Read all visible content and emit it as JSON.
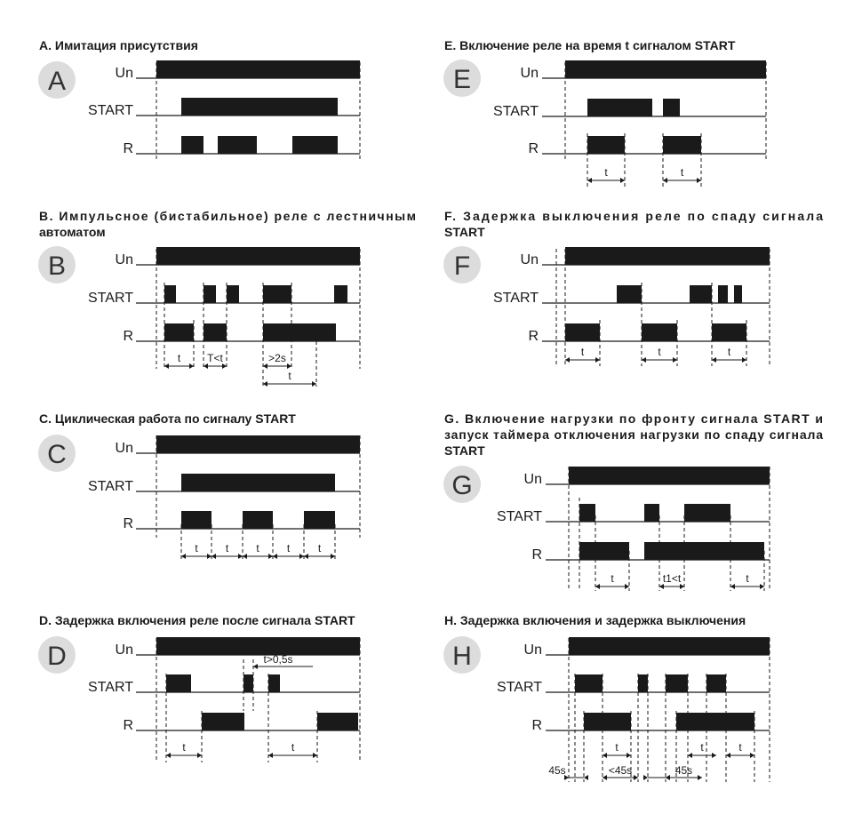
{
  "colors": {
    "ink": "#1a1a1a",
    "badge": "#dcdcdc"
  },
  "signals": {
    "un": "Un",
    "start": "START",
    "r": "R"
  },
  "panels": [
    {
      "letter": "A",
      "title_lines": [
        "A. Имитация присутствия"
      ],
      "annotations": []
    },
    {
      "letter": "B",
      "title_lines": [
        "B. Импульсное (бистабильное) реле с лестничным",
        "автоматом"
      ],
      "annotations": [
        "t",
        "T<t",
        ">2s",
        "t"
      ]
    },
    {
      "letter": "C",
      "title_lines": [
        "C. Циклическая работа по сигналу START"
      ],
      "annotations": [
        "t",
        "t",
        "t",
        "t",
        "t"
      ]
    },
    {
      "letter": "D",
      "title_lines": [
        "D. Задержка включения реле после сигнала START"
      ],
      "annotations": [
        "t>0,5s",
        "t",
        "t"
      ]
    },
    {
      "letter": "E",
      "title_lines": [
        "E. Включение реле на время t сигналом START"
      ],
      "annotations": [
        "t",
        "t"
      ]
    },
    {
      "letter": "F",
      "title_lines": [
        "F. Задержка выключения реле по спаду сигнала",
        "START"
      ],
      "annotations": [
        "t",
        "t",
        "t"
      ]
    },
    {
      "letter": "G",
      "title_lines": [
        "G. Включение нагрузки по фронту сигнала START и",
        "запуск таймера отключения нагрузки по спаду сигнала",
        "START"
      ],
      "annotations": [
        "t",
        "t1<t",
        "t"
      ]
    },
    {
      "letter": "H",
      "title_lines": [
        "H. Задержка включения и задержка выключения"
      ],
      "annotations": [
        "45s",
        "<45s",
        "45s",
        "t",
        "t",
        "t"
      ]
    }
  ]
}
